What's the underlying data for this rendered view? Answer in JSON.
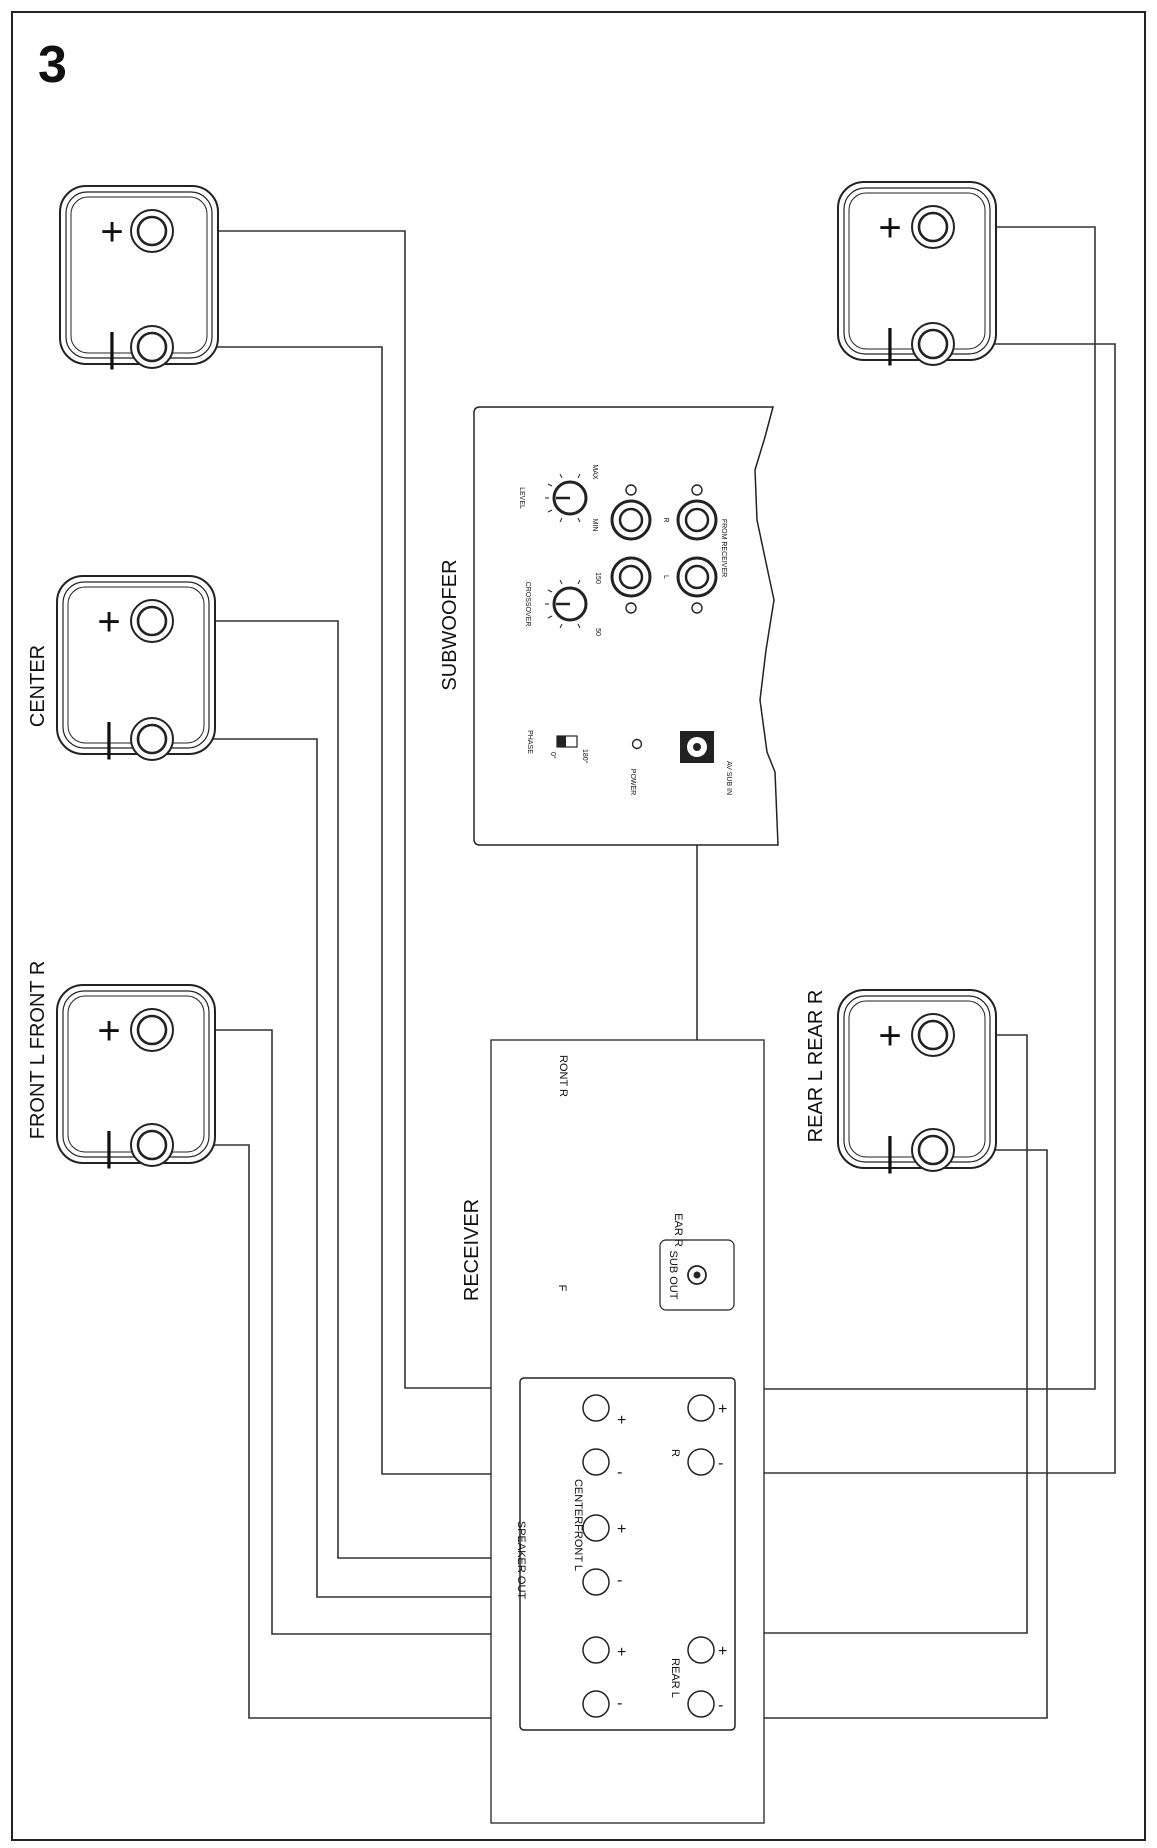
{
  "figure_number": "3",
  "labels": {
    "center": "CENTER",
    "front": "FRONT L FRONT R",
    "rear": "REAR L REAR R",
    "subwoofer": "SUBWOOFER",
    "receiver": "RECEIVER"
  },
  "speaker_symbols": {
    "plus": "+",
    "minus": "|"
  },
  "subwoofer_panel": {
    "level": "LEVEL",
    "level_min": "MIN",
    "level_max": "MAX",
    "crossover": "CROSSOVER",
    "crossover_min": "50",
    "crossover_max": "150",
    "phase": "PHASE",
    "phase_0": "0°",
    "phase_180": "180°",
    "power": "POWER",
    "from_receiver": "FROM RECEIVER",
    "l": "L",
    "r": "R",
    "av_sub_in": "AV SUB IN"
  },
  "receiver_panel": {
    "sub_out": "SUB OUT",
    "front_r_fragment": "RONT R",
    "f_fragment": "F",
    "ear_r_fragment": "EAR R",
    "speaker_out": "SPEAKER OUT",
    "center_front_l": "CENTERFRONT L",
    "r": "R",
    "rear_l": "REAR L",
    "plus": "+",
    "minus": "-"
  }
}
